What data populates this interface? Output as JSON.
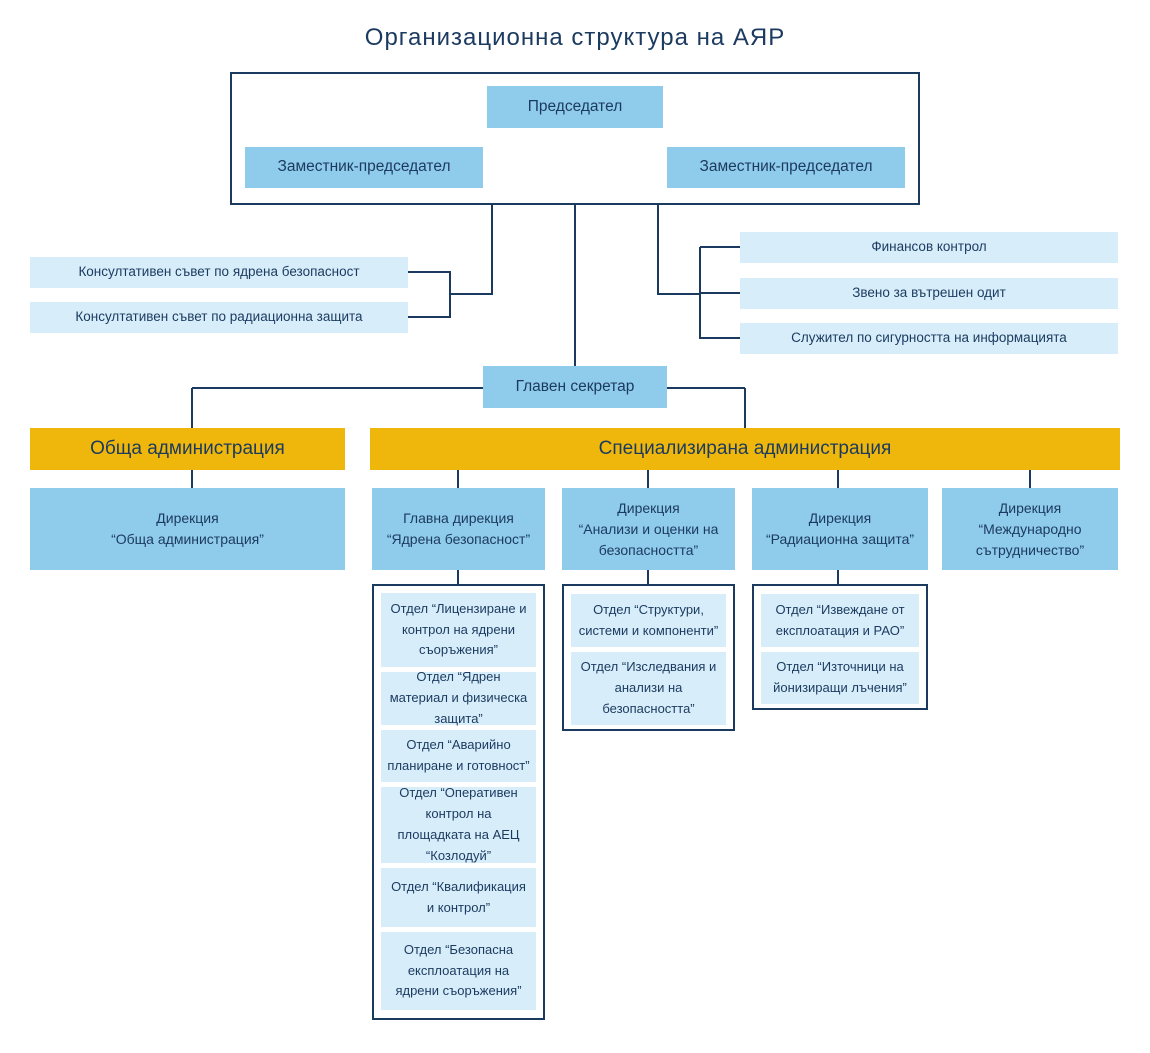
{
  "title": "Организационна структура на АЯР",
  "leadership": {
    "chairman": "Председател",
    "deputy_left": "Заместник-председател",
    "deputy_right": "Заместник-председател"
  },
  "advisory_councils": [
    "Консултативен съвет по ядрена безопасност",
    "Консултативен съвет по радиационна защита"
  ],
  "staff_units": [
    "Финансов контрол",
    "Звено за вътрешен одит",
    "Служител по сигурността на информацията"
  ],
  "secretary_general": "Главен секретар",
  "administrations": {
    "general": "Обща администрация",
    "specialized": "Специализирана администрация"
  },
  "directorates": [
    {
      "line1": "Дирекция",
      "line2": "“Обща администрация”"
    },
    {
      "line1": "Главна дирекция",
      "line2": "“Ядрена безопасност”"
    },
    {
      "line1": "Дирекция",
      "line2": "“Анализи и оценки на безопасността”"
    },
    {
      "line1": "Дирекция",
      "line2": "“Радиационна защита”"
    },
    {
      "line1": "Дирекция",
      "line2": "“Международно сътрудничество”"
    }
  ],
  "departments": {
    "nuclear_safety": [
      "Отдел “Лицензиране и контрол на ядрени съоръжения”",
      "Отдел “Ядрен материал и физическа защита”",
      "Отдел “Аварийно планиране и готовност”",
      "Отдел “Оперативен контрол на площадката на АЕЦ “Козлодуй”",
      "Отдел “Квалификация и контрол”",
      "Отдел “Безопасна експлоатация на ядрени съоръжения”"
    ],
    "safety_analyses": [
      "Отдел “Структури, системи и компоненти”",
      "Отдел “Изследвания и анализи на безопасността”"
    ],
    "radiation_protection": [
      "Отдел “Извеждане от експлоатация и РАО”",
      "Отдел “Източници на йонизиращи лъчения”"
    ]
  },
  "colors": {
    "navy": "#1B3A5F",
    "medium_blue": "#8FCBEA",
    "light_blue": "#D7EDFA",
    "orange": "#EFB70B"
  }
}
